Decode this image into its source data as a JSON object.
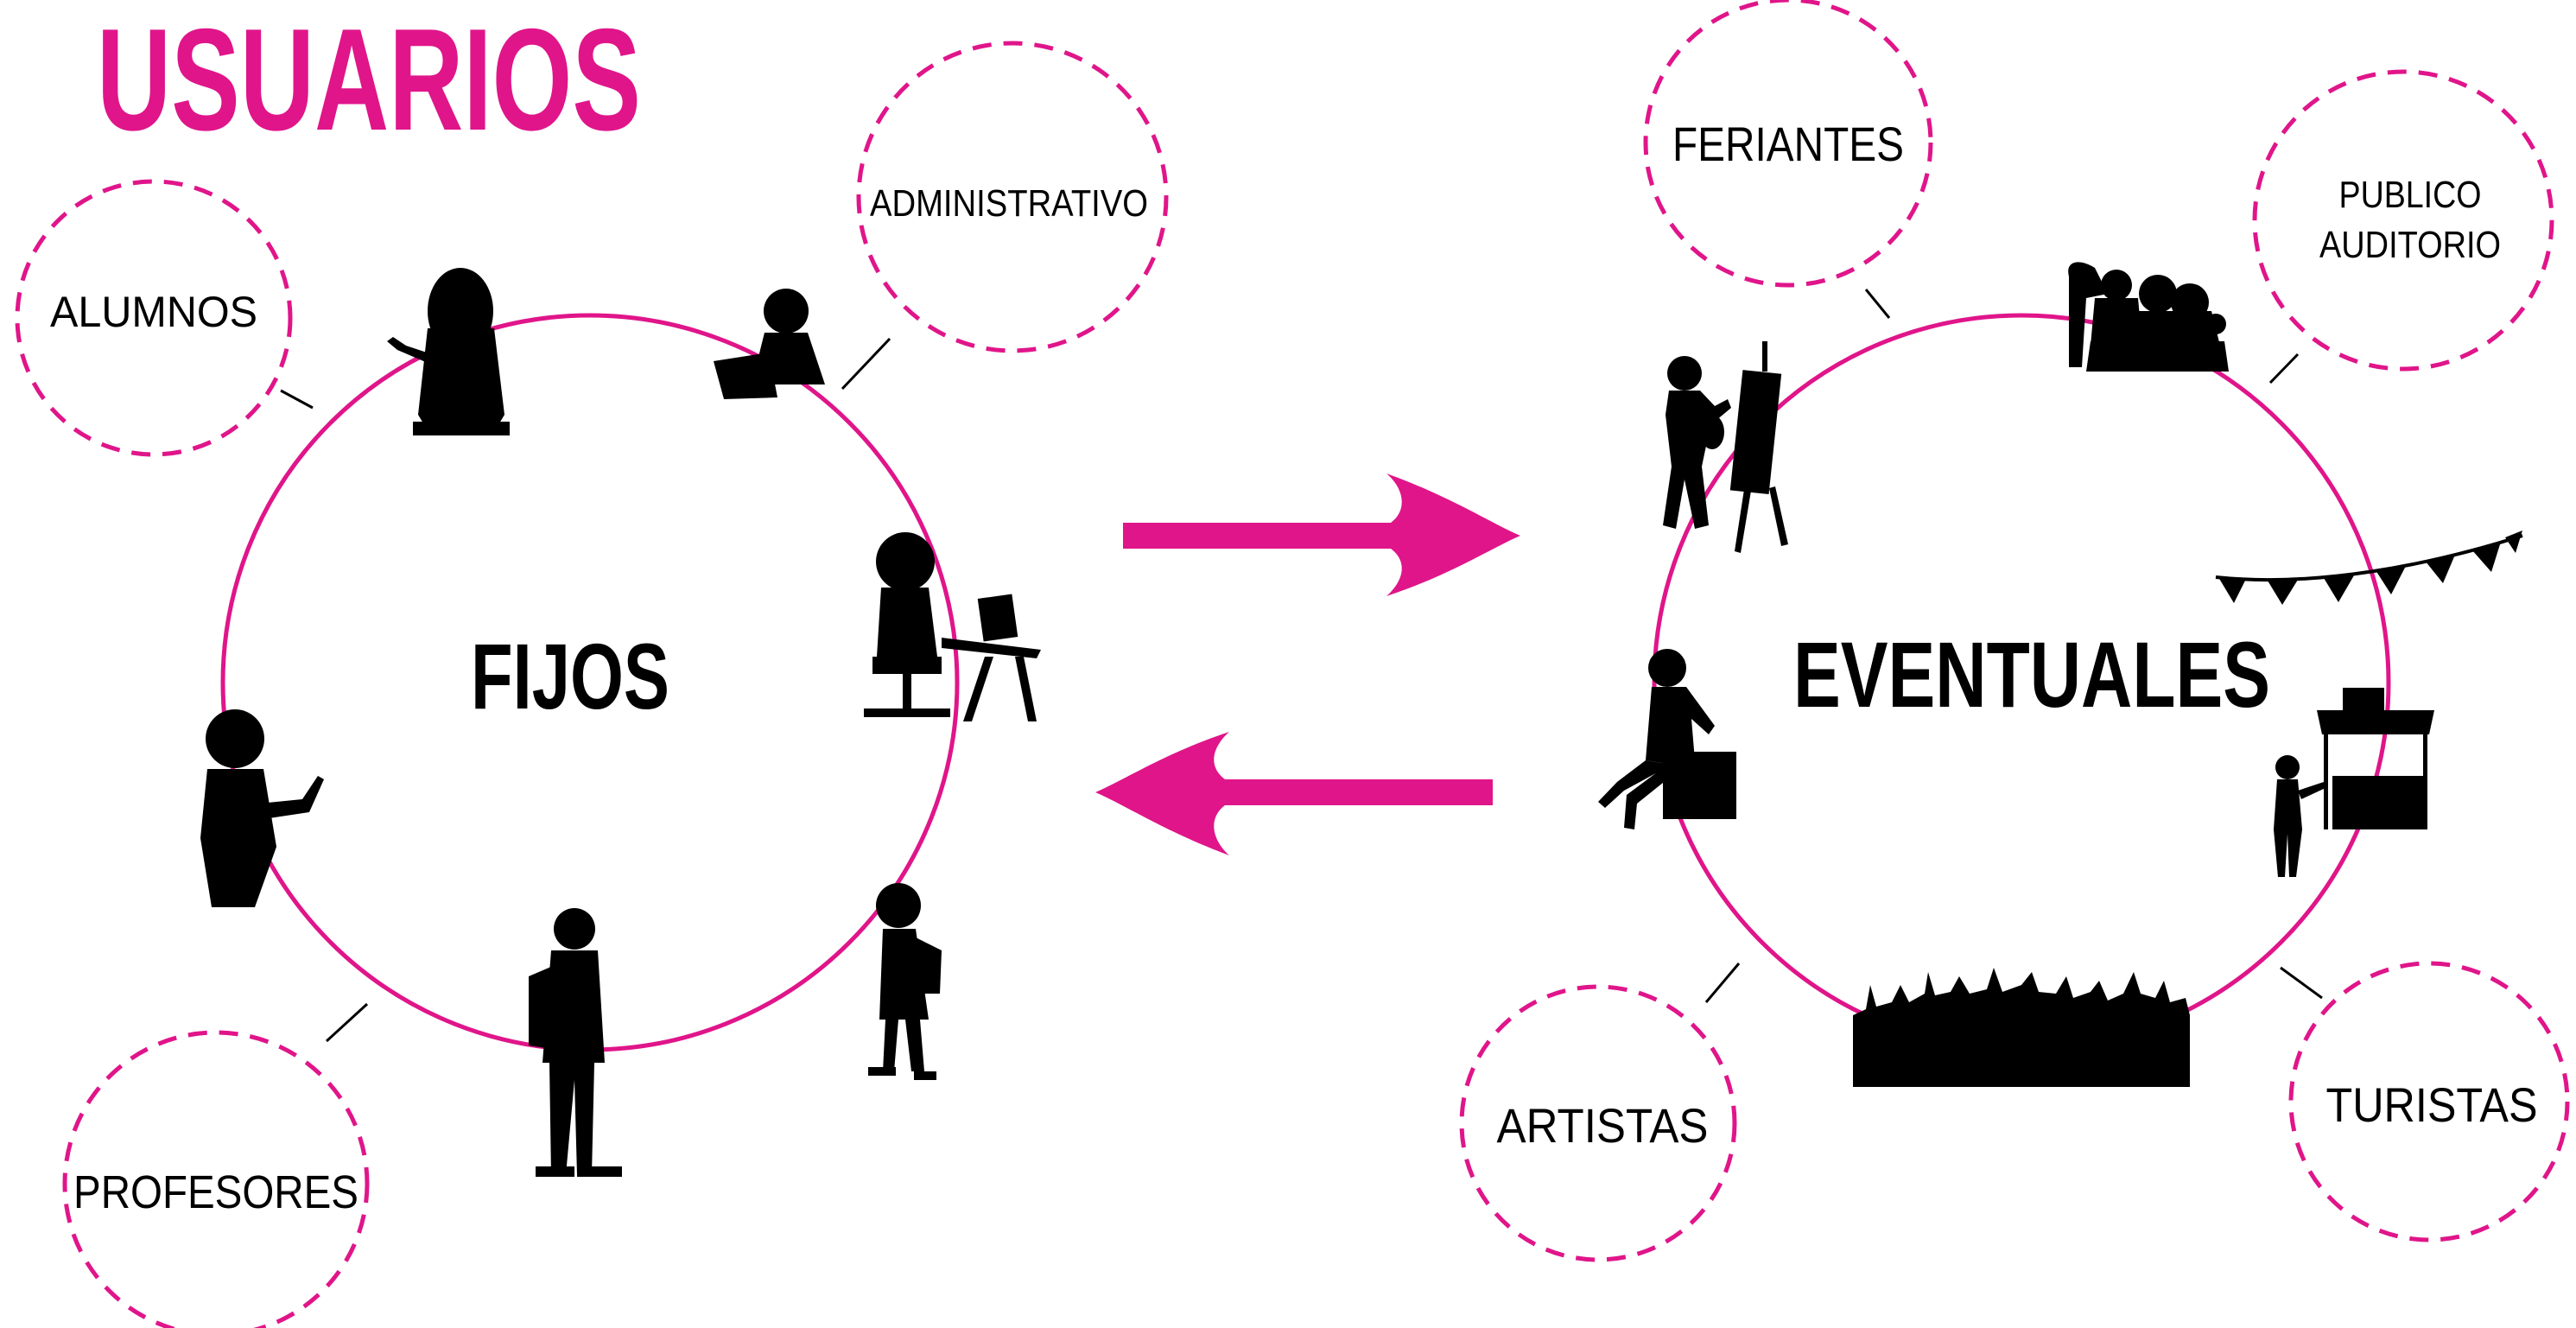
{
  "title": "USUARIOS",
  "colors": {
    "accent": "#e0158a",
    "ink": "#000000",
    "background": "#ffffff"
  },
  "groups": {
    "fijos": {
      "label": "FIJOS",
      "roles": [
        "ALUMNOS",
        "ADMINISTRATIVO",
        "PROFESORES"
      ]
    },
    "eventuales": {
      "label": "EVENTUALES",
      "roles": [
        "FERIANTES",
        "PUBLICO AUDITORIO",
        "ARTISTAS",
        "TURISTAS"
      ]
    }
  },
  "bubbles": {
    "alumnos": "ALUMNOS",
    "administrativo": "ADMINISTRATIVO",
    "profesores": "PROFESORES",
    "feriantes": "FERIANTES",
    "publico_line1": "PUBLICO",
    "publico_line2": "AUDITORIO",
    "artistas": "ARTISTAS",
    "turistas": "TURISTAS"
  },
  "icons": [
    "student-silhouette-icon",
    "office-worker-laptop-icon",
    "desk-worker-icon",
    "teacher-pointing-icon",
    "backpack-person-icon",
    "child-backpack-icon",
    "painter-easel-icon",
    "audience-icon",
    "bunting-flags-icon",
    "seated-woman-icon",
    "market-stall-icon",
    "concert-crowd-icon"
  ]
}
